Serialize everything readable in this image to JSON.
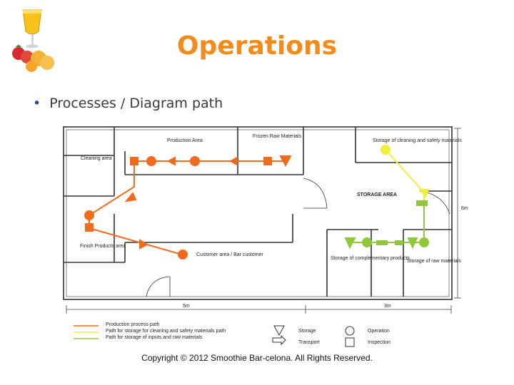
{
  "slide": {
    "title": "Operations",
    "bullet": "Processes / Diagram path",
    "copyright": "Copyright © 2012 Smoothie Bar-celona. All Rights Reserved."
  },
  "colors": {
    "title": "#f28b1c",
    "production": "#f26b1d",
    "cleaning": "#f0ef3a",
    "raw": "#8fc93a",
    "walls": "#333333"
  },
  "plan": {
    "rooms": {
      "production_area": "Production Area",
      "frozen_raw": "Frozen Raw Materials",
      "cleaning_area": "Cleaning area",
      "storage_cleaning": "Storage of cleaning and safety materials",
      "storage_area": "STORAGE AREA",
      "finish_products": "Finish Products area",
      "customer_area": "Customer area / Bar customer",
      "storage_complementary": "Storage of complementary products",
      "storage_raw": "Storage of raw materials"
    },
    "dimensions": {
      "width_left": "5m",
      "width_right": "3m",
      "height": "6m"
    }
  },
  "legend": {
    "paths": [
      "Production process path",
      "Path for storage for cleaning and safety materials path",
      "Path for storage of inputs and raw materials"
    ],
    "symbols": {
      "storage": "Storage",
      "transport": "Transport",
      "operation": "Operation",
      "inspection": "Inspection"
    }
  }
}
